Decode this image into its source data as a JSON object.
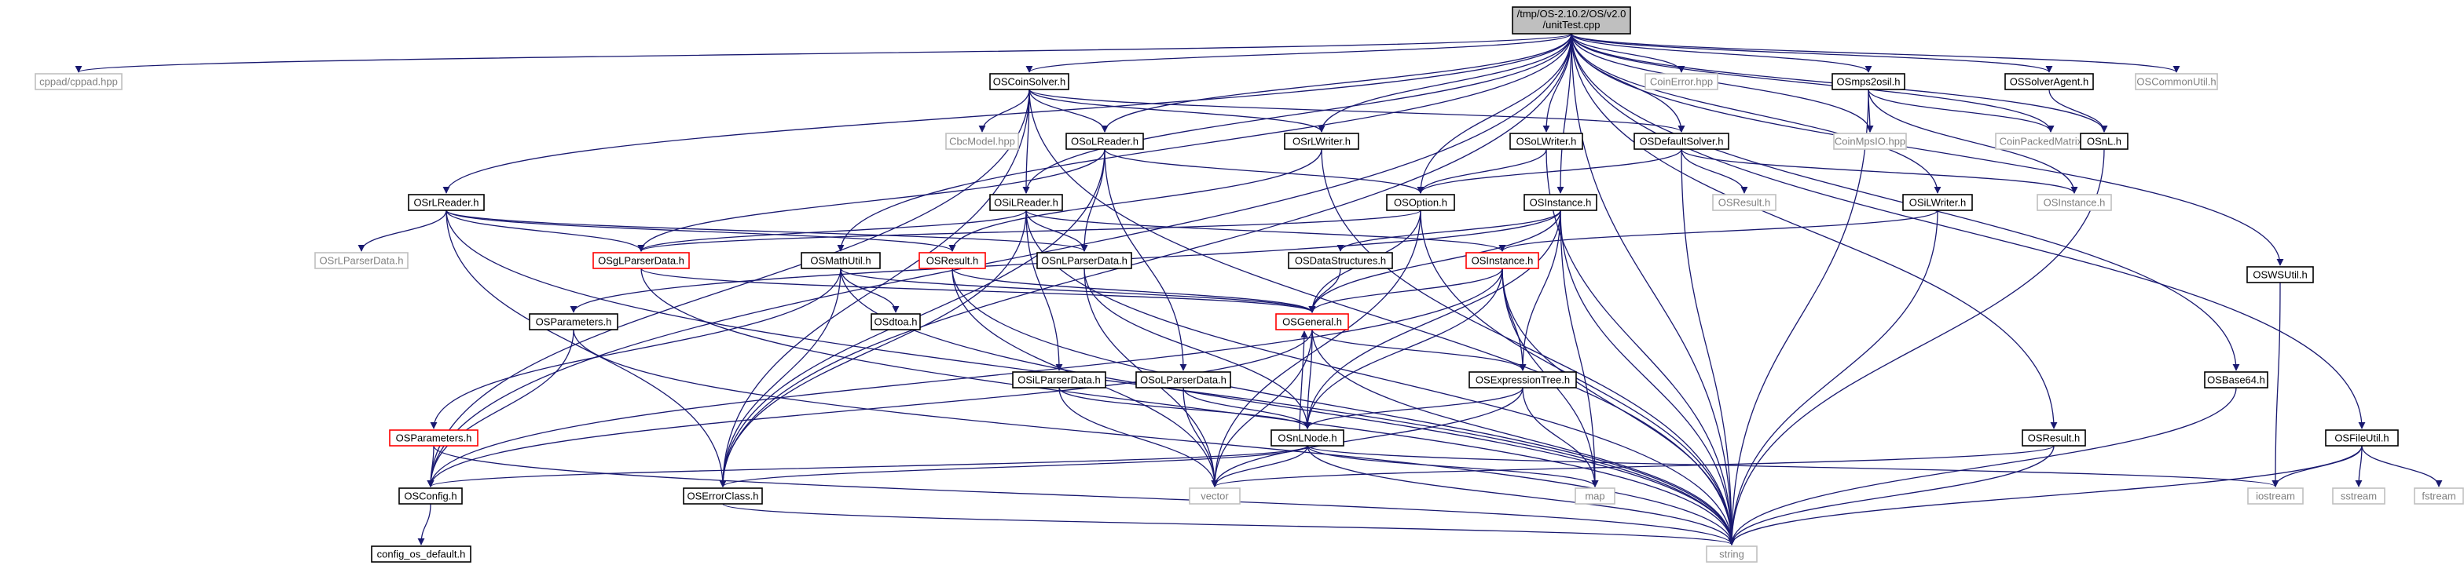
{
  "colors": {
    "root_fill": "#bfbfbf",
    "normal_border": "#000000",
    "missing_border": "#bfbfbf",
    "missing_text": "#808080",
    "truncated_border": "#ff0000",
    "edge": "#191970"
  },
  "nodes": [
    {
      "id": "unitTest",
      "label": "/tmp/OS-2.10.2/OS/v2.0\n/unitTest.cpp",
      "kind": "root"
    },
    {
      "id": "cppad",
      "label": "cppad/cppad.hpp",
      "kind": "missing"
    },
    {
      "id": "OSCoinSolver",
      "label": "OSCoinSolver.h",
      "kind": "normal"
    },
    {
      "id": "CoinError",
      "label": "CoinError.hpp",
      "kind": "missing"
    },
    {
      "id": "OSmps2osil",
      "label": "OSmps2osil.h",
      "kind": "normal"
    },
    {
      "id": "OSSolverAgent",
      "label": "OSSolverAgent.h",
      "kind": "normal"
    },
    {
      "id": "OSCommonUtil",
      "label": "OSCommonUtil.h",
      "kind": "missing"
    },
    {
      "id": "CbcModel",
      "label": "CbcModel.hpp",
      "kind": "missing"
    },
    {
      "id": "OSoLReader",
      "label": "OSoLReader.h",
      "kind": "normal"
    },
    {
      "id": "OSrLWriter",
      "label": "OSrLWriter.h",
      "kind": "normal"
    },
    {
      "id": "OSoLWriter",
      "label": "OSoLWriter.h",
      "kind": "normal"
    },
    {
      "id": "OSDefaultSolver",
      "label": "OSDefaultSolver.h",
      "kind": "normal"
    },
    {
      "id": "CoinMpsIO",
      "label": "CoinMpsIO.hpp",
      "kind": "missing"
    },
    {
      "id": "CoinPackedMatrix",
      "label": "CoinPackedMatrix.hpp",
      "kind": "missing"
    },
    {
      "id": "OSnL",
      "label": "OSnL.h",
      "kind": "normal"
    },
    {
      "id": "OSrLReader",
      "label": "OSrLReader.h",
      "kind": "normal"
    },
    {
      "id": "OSiLReader",
      "label": "OSiLReader.h",
      "kind": "normal"
    },
    {
      "id": "OSOption",
      "label": "OSOption.h",
      "kind": "normal"
    },
    {
      "id": "OSInstance_main",
      "label": "OSInstance.h",
      "kind": "normal"
    },
    {
      "id": "OSResult_missing",
      "label": "OSResult.h",
      "kind": "missing"
    },
    {
      "id": "OSiLWriter",
      "label": "OSiLWriter.h",
      "kind": "normal"
    },
    {
      "id": "OSInstance_missing",
      "label": "OSInstance.h",
      "kind": "missing"
    },
    {
      "id": "OSrLParserData",
      "label": "OSrLParserData.h",
      "kind": "missing"
    },
    {
      "id": "OSgLParserData",
      "label": "OSgLParserData.h",
      "kind": "truncated"
    },
    {
      "id": "OSMathUtil",
      "label": "OSMathUtil.h",
      "kind": "normal"
    },
    {
      "id": "OSResult_trunc",
      "label": "OSResult.h",
      "kind": "truncated"
    },
    {
      "id": "OSnLParserData",
      "label": "OSnLParserData.h",
      "kind": "normal"
    },
    {
      "id": "OSDataStructures",
      "label": "OSDataStructures.h",
      "kind": "normal"
    },
    {
      "id": "OSInstance_trunc",
      "label": "OSInstance.h",
      "kind": "truncated"
    },
    {
      "id": "OSWSUtil",
      "label": "OSWSUtil.h",
      "kind": "normal"
    },
    {
      "id": "OSParameters_main",
      "label": "OSParameters.h",
      "kind": "normal"
    },
    {
      "id": "OSdtoa",
      "label": "OSdtoa.h",
      "kind": "normal"
    },
    {
      "id": "OSGeneral",
      "label": "OSGeneral.h",
      "kind": "truncated"
    },
    {
      "id": "OSBase64",
      "label": "OSBase64.h",
      "kind": "normal"
    },
    {
      "id": "OSiLParserData",
      "label": "OSiLParserData.h",
      "kind": "normal"
    },
    {
      "id": "OSoLParserData",
      "label": "OSoLParserData.h",
      "kind": "normal"
    },
    {
      "id": "OSExpressionTree",
      "label": "OSExpressionTree.h",
      "kind": "normal"
    },
    {
      "id": "OSParameters_trunc",
      "label": "OSParameters.h",
      "kind": "truncated"
    },
    {
      "id": "OSnLNode",
      "label": "OSnLNode.h",
      "kind": "normal"
    },
    {
      "id": "OSResult_main",
      "label": "OSResult.h",
      "kind": "normal"
    },
    {
      "id": "OSFileUtil",
      "label": "OSFileUtil.h",
      "kind": "normal"
    },
    {
      "id": "OSConfig",
      "label": "OSConfig.h",
      "kind": "normal"
    },
    {
      "id": "OSErrorClass",
      "label": "OSErrorClass.h",
      "kind": "normal"
    },
    {
      "id": "vector",
      "label": "vector",
      "kind": "missing"
    },
    {
      "id": "map",
      "label": "map",
      "kind": "missing"
    },
    {
      "id": "iostream",
      "label": "iostream",
      "kind": "missing"
    },
    {
      "id": "sstream",
      "label": "sstream",
      "kind": "missing"
    },
    {
      "id": "fstream",
      "label": "fstream",
      "kind": "missing"
    },
    {
      "id": "config_os_default",
      "label": "config_os_default.h",
      "kind": "normal"
    },
    {
      "id": "string",
      "label": "string",
      "kind": "missing"
    }
  ],
  "edges": [
    [
      "unitTest",
      "cppad"
    ],
    [
      "unitTest",
      "OSCoinSolver"
    ],
    [
      "unitTest",
      "CoinError"
    ],
    [
      "unitTest",
      "OSmps2osil"
    ],
    [
      "unitTest",
      "OSSolverAgent"
    ],
    [
      "unitTest",
      "OSCommonUtil"
    ],
    [
      "unitTest",
      "OSoLReader"
    ],
    [
      "unitTest",
      "OSrLWriter"
    ],
    [
      "unitTest",
      "OSoLWriter"
    ],
    [
      "unitTest",
      "OSDefaultSolver"
    ],
    [
      "unitTest",
      "CoinMpsIO"
    ],
    [
      "unitTest",
      "CoinPackedMatrix"
    ],
    [
      "unitTest",
      "OSnL"
    ],
    [
      "unitTest",
      "OSrLReader"
    ],
    [
      "unitTest",
      "OSiLReader"
    ],
    [
      "unitTest",
      "OSOption"
    ],
    [
      "unitTest",
      "OSInstance_main"
    ],
    [
      "unitTest",
      "OSiLWriter"
    ],
    [
      "unitTest",
      "OSMathUtil"
    ],
    [
      "unitTest",
      "OSWSUtil"
    ],
    [
      "unitTest",
      "OSBase64"
    ],
    [
      "unitTest",
      "OSResult_main"
    ],
    [
      "unitTest",
      "OSFileUtil"
    ],
    [
      "unitTest",
      "OSConfig"
    ],
    [
      "unitTest",
      "OSErrorClass"
    ],
    [
      "unitTest",
      "string"
    ],
    [
      "OSCoinSolver",
      "CbcModel"
    ],
    [
      "OSCoinSolver",
      "OSoLReader"
    ],
    [
      "OSCoinSolver",
      "OSrLWriter"
    ],
    [
      "OSCoinSolver",
      "OSDefaultSolver"
    ],
    [
      "OSCoinSolver",
      "OSiLReader"
    ],
    [
      "OSCoinSolver",
      "OSConfig"
    ],
    [
      "OSCoinSolver",
      "OSErrorClass"
    ],
    [
      "OSCoinSolver",
      "string"
    ],
    [
      "OSmps2osil",
      "CoinMpsIO"
    ],
    [
      "OSmps2osil",
      "CoinPackedMatrix"
    ],
    [
      "OSmps2osil",
      "OSInstance_missing"
    ],
    [
      "OSmps2osil",
      "string"
    ],
    [
      "OSSolverAgent",
      "OSnL"
    ],
    [
      "OSoLReader",
      "OSOption"
    ],
    [
      "OSoLReader",
      "OSgLParserData"
    ],
    [
      "OSoLReader",
      "OSnLParserData"
    ],
    [
      "OSoLReader",
      "OSoLParserData"
    ],
    [
      "OSoLReader",
      "OSErrorClass"
    ],
    [
      "OSrLWriter",
      "OSResult_trunc"
    ],
    [
      "OSrLWriter",
      "string"
    ],
    [
      "OSoLWriter",
      "OSOption"
    ],
    [
      "OSoLWriter",
      "string"
    ],
    [
      "OSDefaultSolver",
      "OSOption"
    ],
    [
      "OSDefaultSolver",
      "OSResult_missing"
    ],
    [
      "OSDefaultSolver",
      "OSInstance_missing"
    ],
    [
      "OSDefaultSolver",
      "string"
    ],
    [
      "OSnL",
      "string"
    ],
    [
      "OSrLReader",
      "OSrLParserData"
    ],
    [
      "OSrLReader",
      "OSgLParserData"
    ],
    [
      "OSrLReader",
      "OSResult_trunc"
    ],
    [
      "OSrLReader",
      "OSnLParserData"
    ],
    [
      "OSrLReader",
      "OSErrorClass"
    ],
    [
      "OSrLReader",
      "string"
    ],
    [
      "OSiLReader",
      "OSInstance_trunc"
    ],
    [
      "OSiLReader",
      "OSgLParserData"
    ],
    [
      "OSiLReader",
      "OSnLParserData"
    ],
    [
      "OSiLReader",
      "OSiLParserData"
    ],
    [
      "OSiLReader",
      "OSErrorClass"
    ],
    [
      "OSiLReader",
      "string"
    ],
    [
      "OSOption",
      "OSGeneral"
    ],
    [
      "OSOption",
      "OSgLParserData"
    ],
    [
      "OSOption",
      "vector"
    ],
    [
      "OSOption",
      "string"
    ],
    [
      "OSInstance_main",
      "OSDataStructures"
    ],
    [
      "OSInstance_main",
      "OSGeneral"
    ],
    [
      "OSInstance_main",
      "OSExpressionTree"
    ],
    [
      "OSInstance_main",
      "OSnLNode"
    ],
    [
      "OSInstance_main",
      "OSParameters_main"
    ],
    [
      "OSInstance_main",
      "map"
    ],
    [
      "OSInstance_main",
      "string"
    ],
    [
      "OSiLWriter",
      "OSInstance_trunc"
    ],
    [
      "OSiLWriter",
      "string"
    ],
    [
      "OSgLParserData",
      "OSGeneral"
    ],
    [
      "OSgLParserData",
      "string"
    ],
    [
      "OSMathUtil",
      "OSdtoa"
    ],
    [
      "OSMathUtil",
      "OSGeneral"
    ],
    [
      "OSMathUtil",
      "OSParameters_trunc"
    ],
    [
      "OSMathUtil",
      "OSErrorClass"
    ],
    [
      "OSMathUtil",
      "string"
    ],
    [
      "OSResult_trunc",
      "OSGeneral"
    ],
    [
      "OSResult_trunc",
      "vector"
    ],
    [
      "OSResult_trunc",
      "string"
    ],
    [
      "OSnLParserData",
      "OSnLNode"
    ],
    [
      "OSnLParserData",
      "vector"
    ],
    [
      "OSDataStructures",
      "OSGeneral"
    ],
    [
      "OSInstance_trunc",
      "OSGeneral"
    ],
    [
      "OSInstance_trunc",
      "OSExpressionTree"
    ],
    [
      "OSInstance_trunc",
      "OSnLNode"
    ],
    [
      "OSInstance_trunc",
      "OSConfig"
    ],
    [
      "OSInstance_trunc",
      "map"
    ],
    [
      "OSInstance_trunc",
      "string"
    ],
    [
      "OSWSUtil",
      "iostream"
    ],
    [
      "OSParameters_main",
      "OSConfig"
    ],
    [
      "OSParameters_main",
      "string"
    ],
    [
      "OSGeneral",
      "OSExpressionTree"
    ],
    [
      "OSGeneral",
      "OSnLNode"
    ],
    [
      "OSGeneral",
      "OSConfig"
    ],
    [
      "OSGeneral",
      "vector"
    ],
    [
      "OSGeneral",
      "string"
    ],
    [
      "OSBase64",
      "string"
    ],
    [
      "OSiLParserData",
      "OSnLNode"
    ],
    [
      "OSiLParserData",
      "vector"
    ],
    [
      "OSoLParserData",
      "OSnLNode"
    ],
    [
      "OSoLParserData",
      "vector"
    ],
    [
      "OSExpressionTree",
      "OSnLNode"
    ],
    [
      "OSExpressionTree",
      "vector"
    ],
    [
      "OSExpressionTree",
      "map"
    ],
    [
      "OSParameters_trunc",
      "OSConfig"
    ],
    [
      "OSParameters_trunc",
      "string"
    ],
    [
      "OSnLNode",
      "OSGeneral"
    ],
    [
      "OSnLNode",
      "OSErrorClass"
    ],
    [
      "OSnLNode",
      "OSConfig"
    ],
    [
      "OSnLNode",
      "vector"
    ],
    [
      "OSnLNode",
      "map"
    ],
    [
      "OSnLNode",
      "iostream"
    ],
    [
      "OSnLNode",
      "string"
    ],
    [
      "OSResult_main",
      "vector"
    ],
    [
      "OSResult_main",
      "string"
    ],
    [
      "OSFileUtil",
      "iostream"
    ],
    [
      "OSFileUtil",
      "sstream"
    ],
    [
      "OSFileUtil",
      "fstream"
    ],
    [
      "OSFileUtil",
      "string"
    ],
    [
      "OSConfig",
      "config_os_default"
    ],
    [
      "OSErrorClass",
      "string"
    ]
  ]
}
